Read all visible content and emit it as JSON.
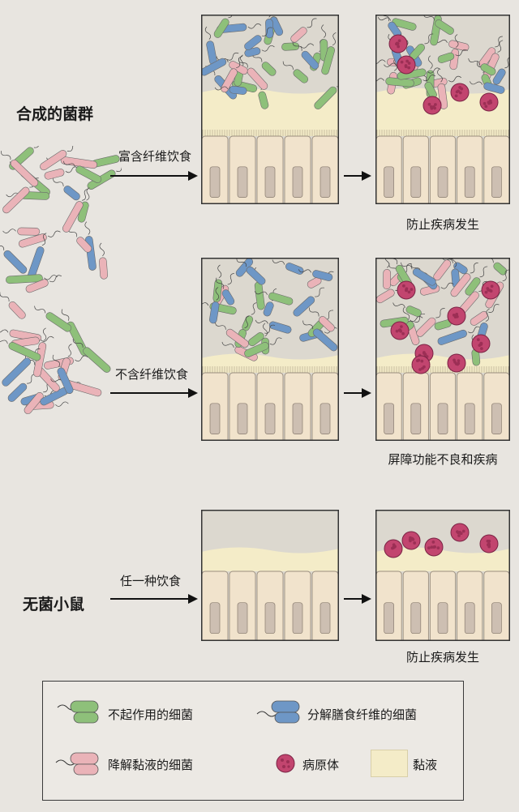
{
  "left": {
    "title": "合成的菌群",
    "mouse_label": "无菌小鼠"
  },
  "rows": [
    {
      "diet": "富含纤维饮食",
      "outcome": "防止疾病发生"
    },
    {
      "diet": "不含纤维饮食",
      "outcome": "屏障功能不良和疾病"
    },
    {
      "diet": "任一种饮食",
      "outcome": "防止疾病发生"
    }
  ],
  "legend": {
    "inactive": "不起作用的细菌",
    "fiber_degrading": "分解膳食纤维的细菌",
    "mucus_degrading": "降解黏液的细菌",
    "pathogen": "病原体",
    "mucus": "黏液"
  },
  "colors": {
    "background": "#e8e5e0",
    "lumen": "#dcd8cf",
    "mucus": "#f4ecc8",
    "cell": "#f1e3cc",
    "nucleus": "#cdbfb2",
    "green_bacterium": "#8ec07a",
    "blue_bacterium": "#6e97c6",
    "pink_bacterium": "#eab3b8",
    "pathogen": "#c2456f"
  }
}
